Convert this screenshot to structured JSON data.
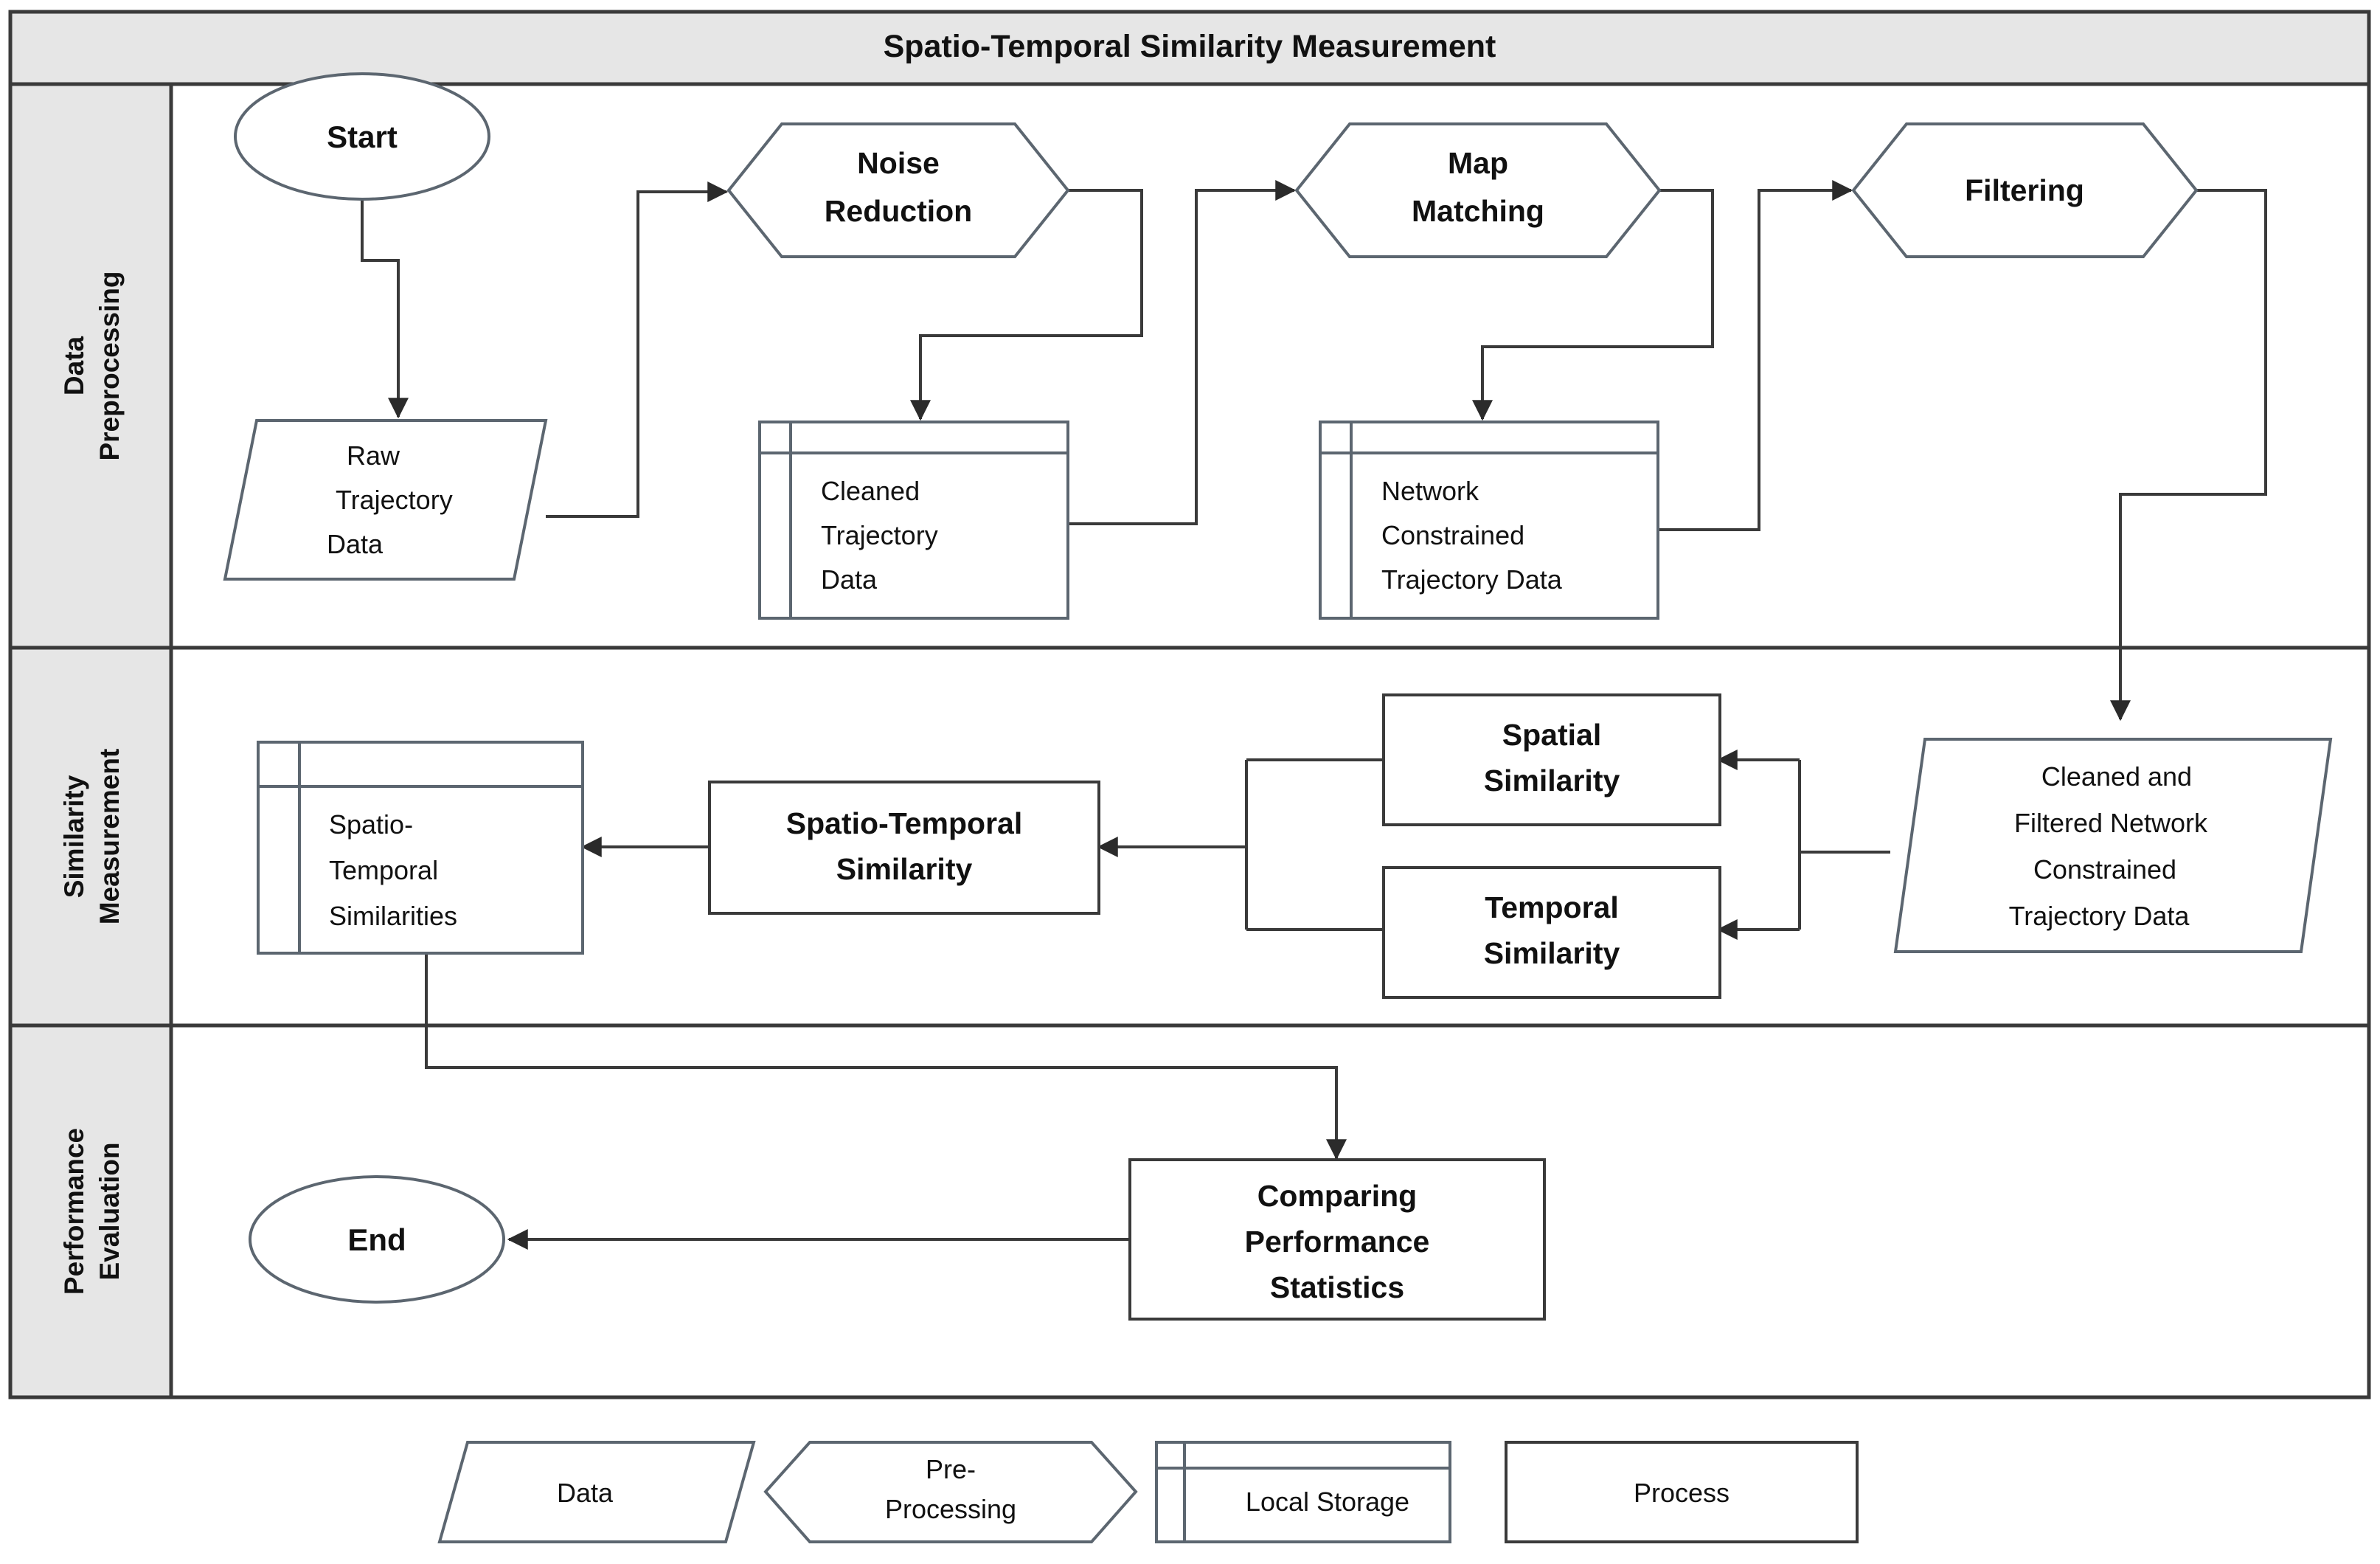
{
  "header": {
    "title": "Spatio-Temporal Similarity Measurement",
    "background": "#e6e6e6",
    "border": "#404040"
  },
  "lanes": [
    {
      "id": "data-preprocessing",
      "label_line1": "Data",
      "label_line2": "Preprocessing"
    },
    {
      "id": "similarity-measurement",
      "label_line1": "Similarity",
      "label_line2": "Measurement"
    },
    {
      "id": "performance-evaluation",
      "label_line1": "Performance",
      "label_line2": "Evaluation"
    }
  ],
  "nodes": {
    "start": {
      "label": "Start",
      "shape": "terminator"
    },
    "raw_trajectory_data": {
      "line1": "Raw",
      "line2": "Trajectory",
      "line3": "Data",
      "shape": "data"
    },
    "noise_reduction": {
      "line1": "Noise",
      "line2": "Reduction",
      "shape": "preprocessing"
    },
    "cleaned_trajectory_data": {
      "line1": "Cleaned",
      "line2": "Trajectory",
      "line3": "Data",
      "shape": "local-storage"
    },
    "map_matching": {
      "line1": "Map",
      "line2": "Matching",
      "shape": "preprocessing"
    },
    "network_constrained_trajectory_data": {
      "line1": "Network",
      "line2": "Constrained",
      "line3": "Trajectory Data",
      "shape": "local-storage"
    },
    "filtering": {
      "label": "Filtering",
      "shape": "preprocessing"
    },
    "cleaned_filtered_data": {
      "line1": "Cleaned and",
      "line2": "Filtered Network",
      "line3": "Constrained",
      "line4": "Trajectory Data",
      "shape": "data"
    },
    "spatial_similarity": {
      "line1": "Spatial",
      "line2": "Similarity",
      "shape": "process"
    },
    "temporal_similarity": {
      "line1": "Temporal",
      "line2": "Similarity",
      "shape": "process"
    },
    "spatio_temporal_similarity": {
      "line1": "Spatio-Temporal",
      "line2": "Similarity",
      "shape": "process"
    },
    "spatio_temporal_similarities": {
      "line1": "Spatio-",
      "line2": "Temporal",
      "line3": "Similarities",
      "shape": "local-storage"
    },
    "comparing_performance_statistics": {
      "line1": "Comparing",
      "line2": "Performance",
      "line3": "Statistics",
      "shape": "process"
    },
    "end": {
      "label": "End",
      "shape": "terminator"
    }
  },
  "legend": [
    {
      "id": "data",
      "label": "Data",
      "shape": "data"
    },
    {
      "id": "pre-processing",
      "label_line1": "Pre-",
      "label_line2": "Processing",
      "shape": "preprocessing"
    },
    {
      "id": "local-storage",
      "label": "Local Storage",
      "shape": "local-storage"
    },
    {
      "id": "process",
      "label": "Process",
      "shape": "process"
    }
  ],
  "colors": {
    "shape_stroke": "#5c6670",
    "frame_stroke": "#3a3a3a",
    "connector": "#3a3a3a",
    "text": "#111111",
    "lane_header_fill": "#e6e6e6",
    "canvas": "#ffffff"
  }
}
